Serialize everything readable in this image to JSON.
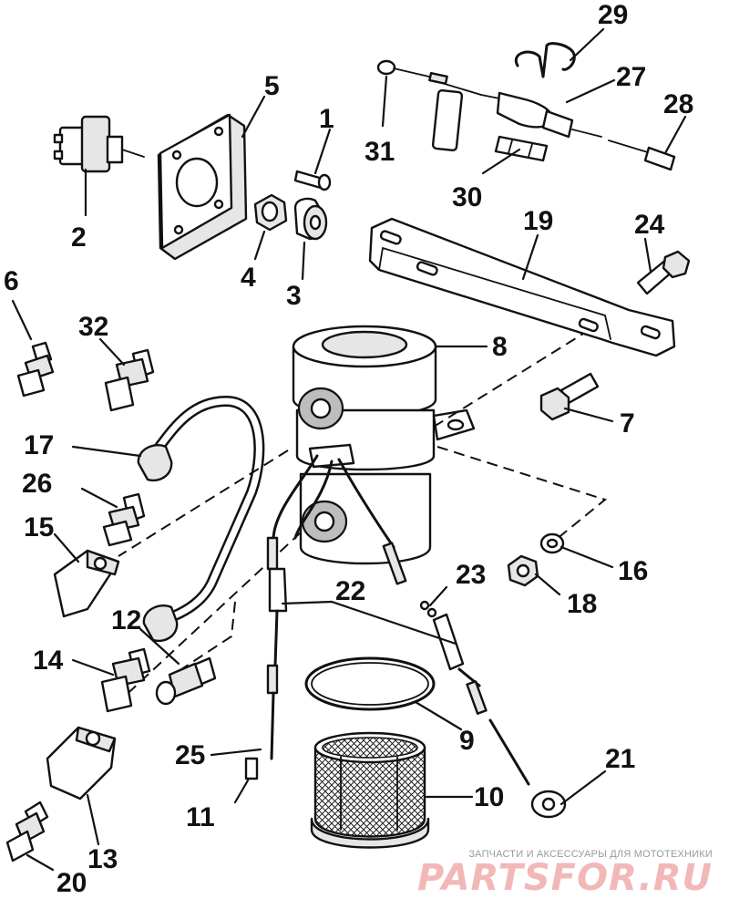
{
  "callouts": [
    "1",
    "2",
    "3",
    "4",
    "5",
    "6",
    "7",
    "8",
    "9",
    "10",
    "11",
    "12",
    "13",
    "14",
    "15",
    "16",
    "17",
    "18",
    "19",
    "20",
    "21",
    "22",
    "23",
    "24",
    "25",
    "26",
    "27",
    "28",
    "29",
    "30",
    "31",
    "32"
  ],
  "watermark": {
    "caption": "ЗАПЧАСТИ И АКСЕССУАРЫ ДЛЯ МОТОТЕХНИКИ",
    "logo": "PARTSFOR.RU"
  }
}
